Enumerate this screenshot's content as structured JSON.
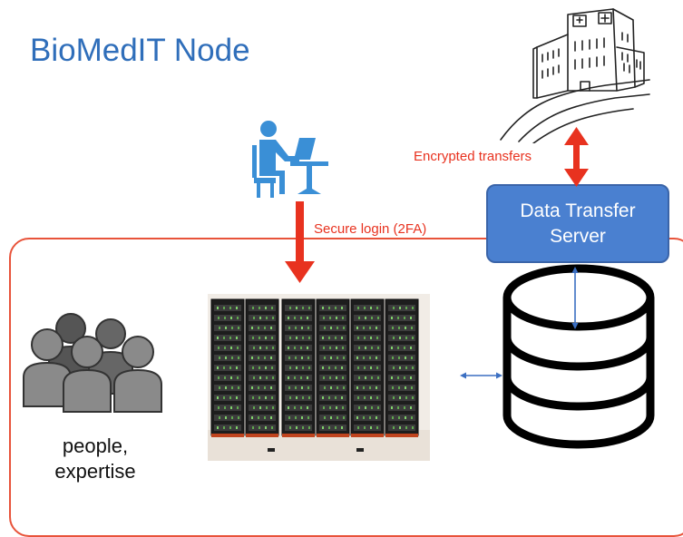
{
  "title": "BioMedIT Node",
  "labels": {
    "encrypted_transfers": "Encrypted transfers",
    "secure_login": "Secure login (2FA)"
  },
  "data_transfer_server": {
    "line1": "Data Transfer",
    "line2": "Server"
  },
  "people": {
    "line1": "people,",
    "line2": "expertise"
  },
  "colors": {
    "title": "#2f6eba",
    "border": "#e8533a",
    "arrow_red": "#e8321f",
    "server_box": "#4a80d0",
    "user_icon": "#3a8fd6",
    "connector": "#3b6fc2"
  },
  "icons": [
    "hospital-icon",
    "user-at-desk-icon",
    "server-rack-image",
    "database-icon",
    "people-group-icon"
  ]
}
